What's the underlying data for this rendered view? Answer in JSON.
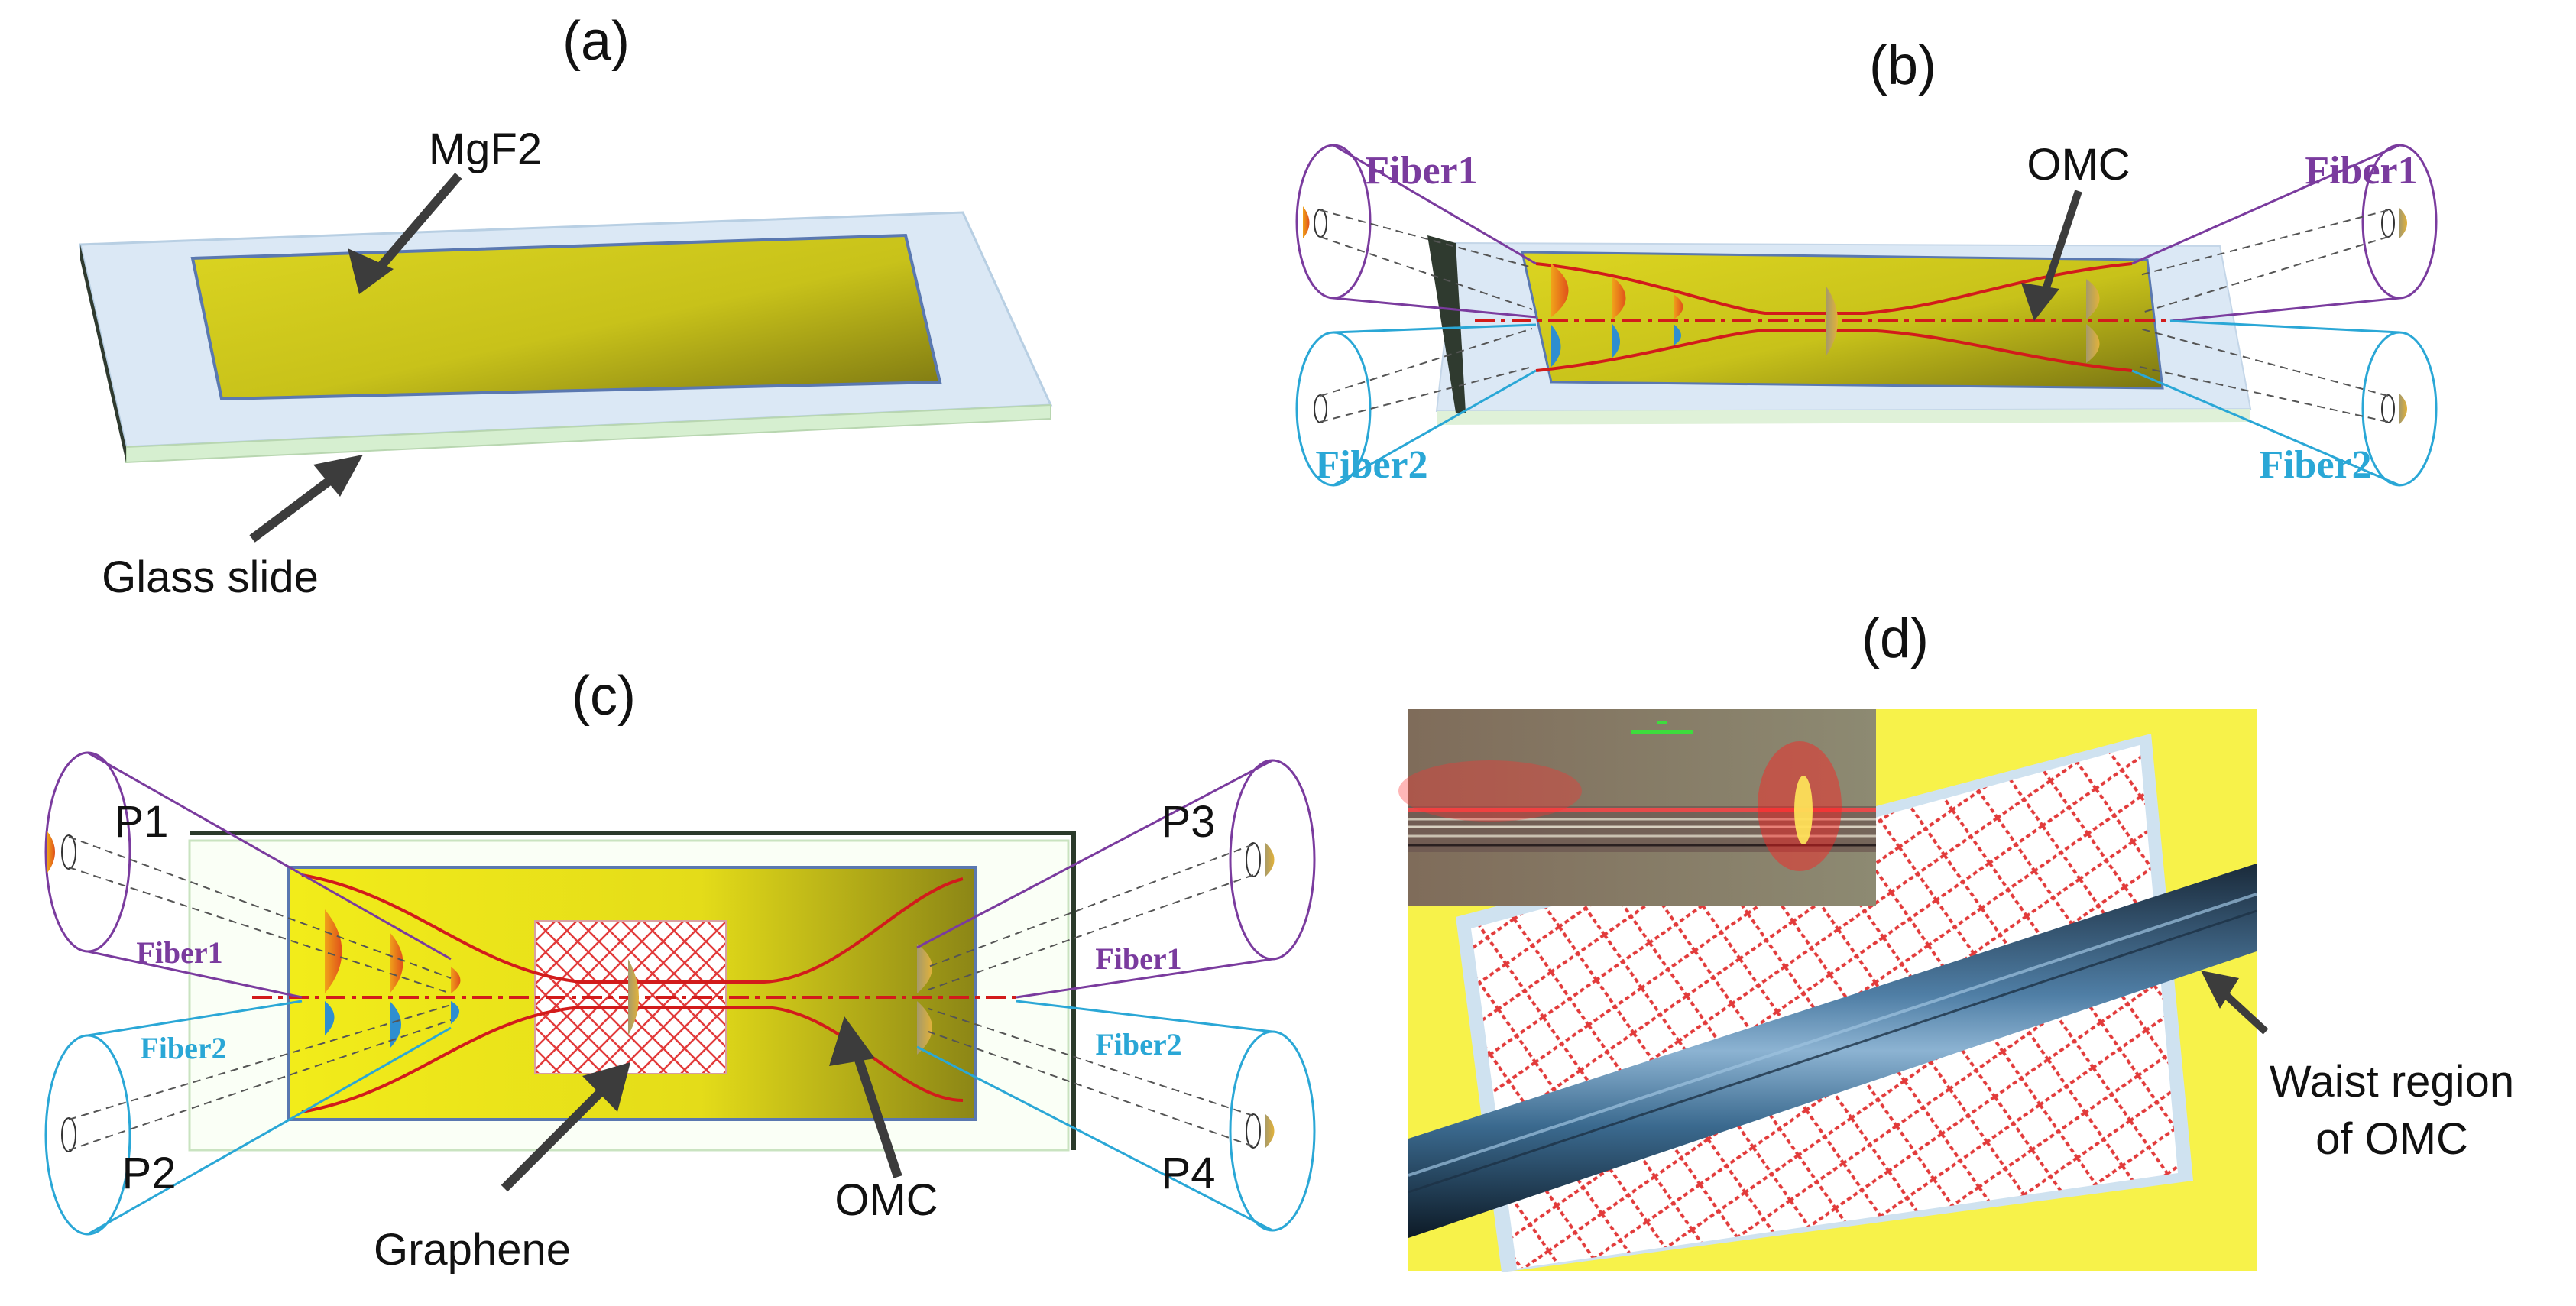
{
  "panels": {
    "a": {
      "tag": "(a)",
      "top_label": "MgF2",
      "bottom_label": "Glass slide"
    },
    "b": {
      "tag": "(b)",
      "fiber_left_top": "Fiber1",
      "fiber_right_top": "Fiber1",
      "fiber_left_bottom": "Fiber2",
      "fiber_right_bottom": "Fiber2",
      "omc": "OMC"
    },
    "c": {
      "tag": "(c)",
      "p1": "P1",
      "p2": "P2",
      "p3": "P3",
      "p4": "P4",
      "fiber1_left": "Fiber1",
      "fiber2_left": "Fiber2",
      "fiber1_right": "Fiber1",
      "fiber2_right": "Fiber2",
      "graphene": "Graphene",
      "omc": "OMC"
    },
    "d": {
      "tag": "(d)",
      "waist_line1": "Waist region",
      "waist_line2": "of OMC"
    }
  },
  "colors": {
    "fiber1": "#7a3b9e",
    "fiber2": "#2aa7d6",
    "mgf2": "#d9d21a",
    "glass": "#dbe8f5",
    "beam": "#d21b1b",
    "arrow": "#3c3c3c"
  }
}
